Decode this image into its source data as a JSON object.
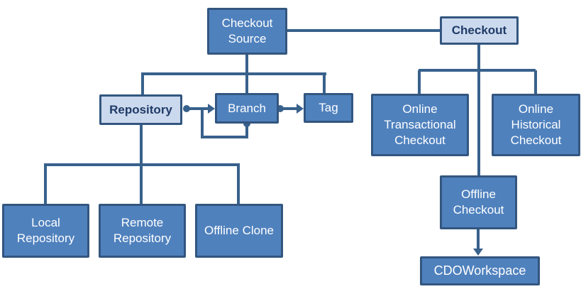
{
  "diagram": {
    "nodes": {
      "checkout_source": {
        "label": "Checkout Source",
        "style": "dark"
      },
      "checkout": {
        "label": "Checkout",
        "style": "light"
      },
      "repository": {
        "label": "Repository",
        "style": "light"
      },
      "branch": {
        "label": "Branch",
        "style": "dark"
      },
      "tag": {
        "label": "Tag",
        "style": "dark"
      },
      "online_transactional_checkout": {
        "label": "Online Transactional Checkout",
        "style": "dark"
      },
      "online_historical_checkout": {
        "label": "Online Historical Checkout",
        "style": "dark"
      },
      "offline_checkout": {
        "label": "Offline Checkout",
        "style": "dark"
      },
      "cdo_workspace": {
        "label": "CDOWorkspace",
        "style": "dark"
      },
      "local_repository": {
        "label": "Local Repository",
        "style": "dark"
      },
      "remote_repository": {
        "label": "Remote Repository",
        "style": "dark"
      },
      "offline_clone": {
        "label": "Offline Clone",
        "style": "dark"
      }
    },
    "edges": [
      {
        "from": "checkout_source",
        "to": "checkout",
        "style": "plain-line"
      },
      {
        "from": "checkout_source",
        "to": "repository",
        "style": "tree"
      },
      {
        "from": "checkout_source",
        "to": "branch",
        "style": "tree"
      },
      {
        "from": "checkout_source",
        "to": "tag",
        "style": "tree"
      },
      {
        "from": "repository",
        "to": "branch",
        "style": "dot-arrow"
      },
      {
        "from": "branch",
        "to": "tag",
        "style": "dot-arrow"
      },
      {
        "from": "branch",
        "to": "branch",
        "style": "dot-arrow-self-loop"
      },
      {
        "from": "repository",
        "to": "local_repository",
        "style": "tree"
      },
      {
        "from": "repository",
        "to": "remote_repository",
        "style": "tree"
      },
      {
        "from": "repository",
        "to": "offline_clone",
        "style": "tree"
      },
      {
        "from": "checkout",
        "to": "online_transactional_checkout",
        "style": "tree"
      },
      {
        "from": "checkout",
        "to": "online_historical_checkout",
        "style": "tree"
      },
      {
        "from": "checkout",
        "to": "offline_checkout",
        "style": "tree"
      },
      {
        "from": "offline_checkout",
        "to": "cdo_workspace",
        "style": "arrow"
      }
    ],
    "colors": {
      "node_fill_dark": "#4f81bd",
      "node_fill_light": "#cbd9ee",
      "node_border": "#33567f",
      "connector": "#38618c",
      "text_on_dark": "#ffffff",
      "text_on_light": "#1f3b66",
      "background": "#ffffff"
    }
  }
}
